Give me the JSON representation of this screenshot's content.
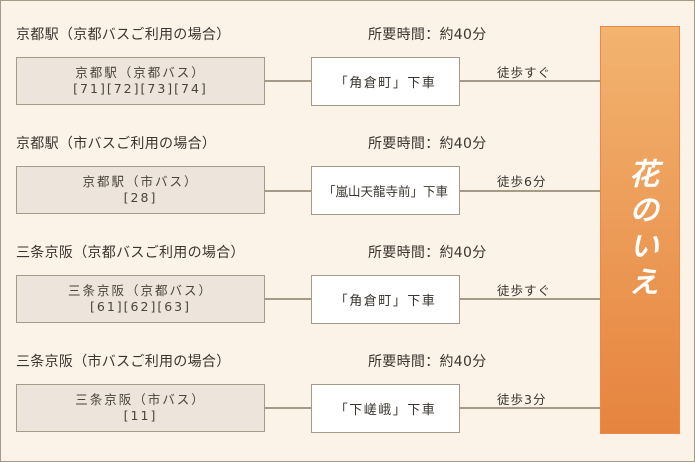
{
  "destination": {
    "label": "花のいえ",
    "color_top": "#f2b46f",
    "color_bottom": "#e6843f"
  },
  "routes": [
    {
      "title": "京都駅（京都バスご利用の場合）",
      "time": "所要時間：約40分",
      "origin_line1": "京都駅（京都バス）",
      "origin_line2": "[71][72][73][74]",
      "stop": "「角倉町」下車",
      "walk": "徒歩すぐ"
    },
    {
      "title": "京都駅（市バスご利用の場合）",
      "time": "所要時間：約40分",
      "origin_line1": "京都駅（市バス）",
      "origin_line2": "[28]",
      "stop": "「嵐山天龍寺前」下車",
      "walk": "徒歩6分"
    },
    {
      "title": "三条京阪（京都バスご利用の場合）",
      "time": "所要時間：約40分",
      "origin_line1": "三条京阪（京都バス）",
      "origin_line2": "[61][62][63]",
      "stop": "「角倉町」下車",
      "walk": "徒歩すぐ"
    },
    {
      "title": "三条京阪（市バスご利用の場合）",
      "time": "所要時間：約40分",
      "origin_line1": "三条京阪（市バス）",
      "origin_line2": "[11]",
      "stop": "「下嵯峨」下車",
      "walk": "徒歩3分"
    }
  ]
}
